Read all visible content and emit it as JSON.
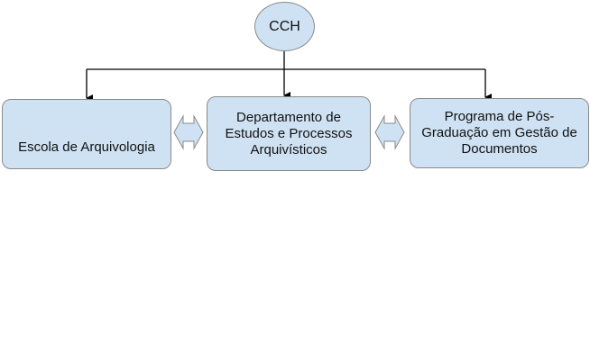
{
  "nodes": {
    "root": "CCH",
    "left": "Escola de Arquivologia",
    "middle": "Departamento de Estudos e Processos Arquivísticos",
    "right": "Programa de Pós-Graduação em Gestão de Documentos"
  },
  "colors": {
    "fill": "#cfe2f3",
    "border": "#8a8a8a",
    "connector": "#000000"
  }
}
